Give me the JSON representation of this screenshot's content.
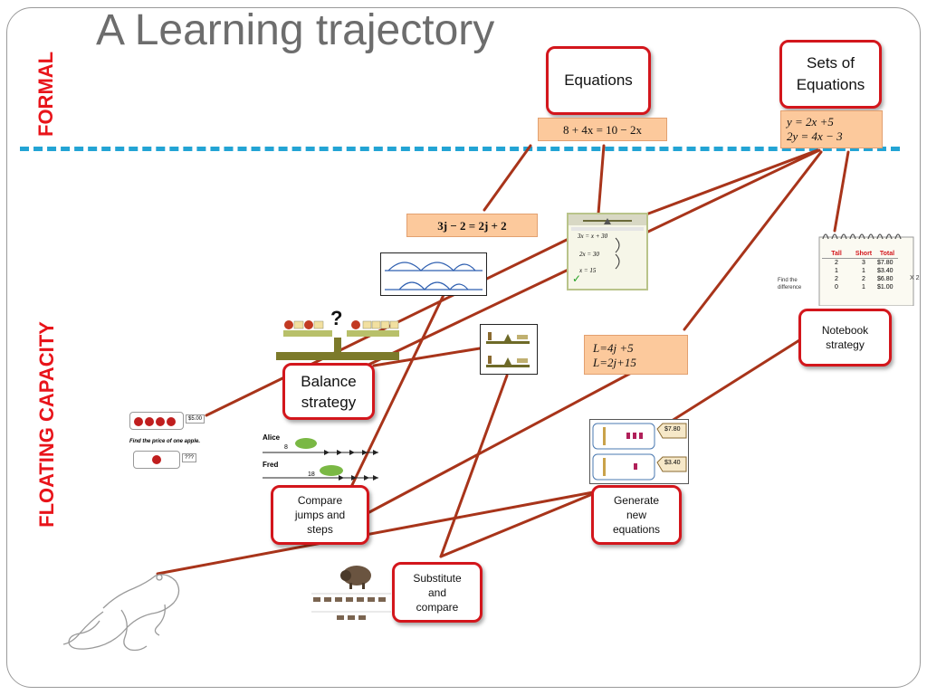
{
  "slide": {
    "title": "A Learning trajectory"
  },
  "levels": {
    "formal": "FORMAL",
    "floating": "FLOATING CAPACITY"
  },
  "formal_boxes": {
    "equations": "Equations",
    "sets_line1": "Sets of",
    "sets_line2": "Equations"
  },
  "equations_text": {
    "eq_simple": "8 + 4x = 10 − 2x",
    "eq_j": "3j − 2 = 2j + 2",
    "sets_y1": "y = 2x +5",
    "sets_y2": "2y = 4x −  3",
    "l1": "L=4j +5",
    "l2": "L=2j+15"
  },
  "strategies": {
    "balance_line1": "Balance",
    "balance_line2": "strategy",
    "notebook_line1": "Notebook",
    "notebook_line2": "strategy",
    "compare_line1": "Compare",
    "compare_line2": "jumps and",
    "compare_line3": "steps",
    "generate_line1": "Generate",
    "generate_line2": "new",
    "generate_line3": "equations",
    "substitute_line1": "Substitute",
    "substitute_line2": "and",
    "substitute_line3": "compare"
  },
  "apple_card": {
    "price_top": "$5.00",
    "caption": "Find the price of one apple.",
    "price_bottom": "???"
  },
  "frog_race": {
    "alice": "Alice",
    "alice_num": "8",
    "fred": "Fred",
    "fred_num": "18"
  },
  "tag_prices": {
    "price1": "$7.80",
    "price2": "$3.40"
  },
  "worksheet": {
    "step1": "3x = x + 30",
    "step2": "2x = 30",
    "step3": "x = 15",
    "check": "✓"
  },
  "notebook": {
    "headers": [
      "Tall",
      "Short",
      "Total"
    ],
    "rows": [
      [
        "2",
        "3",
        "$7.80"
      ],
      [
        "1",
        "1",
        "$3.40"
      ],
      [
        "2",
        "2",
        "$6.80"
      ],
      [
        "0",
        "1",
        "$1.00"
      ]
    ],
    "note_left_1": "Find the",
    "note_left_2": "difference",
    "note_right": "X 2"
  },
  "balance_image": {
    "mystery": "?"
  },
  "colors": {
    "accent_red": "#e8141a",
    "box_border": "#d3161c",
    "link": "#a8341a",
    "dash": "#23a4d4",
    "equation_fill": "#fcc99c"
  }
}
